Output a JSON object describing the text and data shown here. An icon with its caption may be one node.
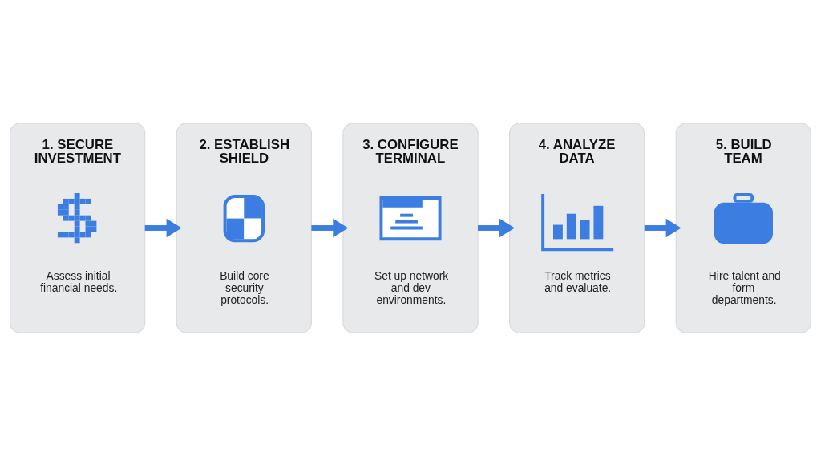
{
  "diagram": {
    "nodes": [
      {
        "text": [
          "1. SECURE INVESTMENT",
          "Assess initial financial needs."
        ]
      },
      {
        "text": [
          "2. ESTABLISH SHIELD",
          "Build core security protocols."
        ]
      },
      {
        "text": [
          "3. CONFIGURE TERMINAL",
          "Set up network and dev environments."
        ]
      },
      {
        "text": [
          "4. ANALYZE DATA",
          "Track metrics and evaluate."
        ]
      },
      {
        "text": [
          "5. BUILD TEAM",
          "Hire talent and form departments."
        ]
      }
    ],
    "edges": [
      {
        "from": 0,
        "to": 1,
        "arrow": "to"
      },
      {
        "from": 1,
        "to": 2,
        "arrow": "to"
      },
      {
        "from": 2,
        "to": 3,
        "arrow": "to"
      },
      {
        "from": 3,
        "to": 4,
        "arrow": "to"
      }
    ]
  }
}
